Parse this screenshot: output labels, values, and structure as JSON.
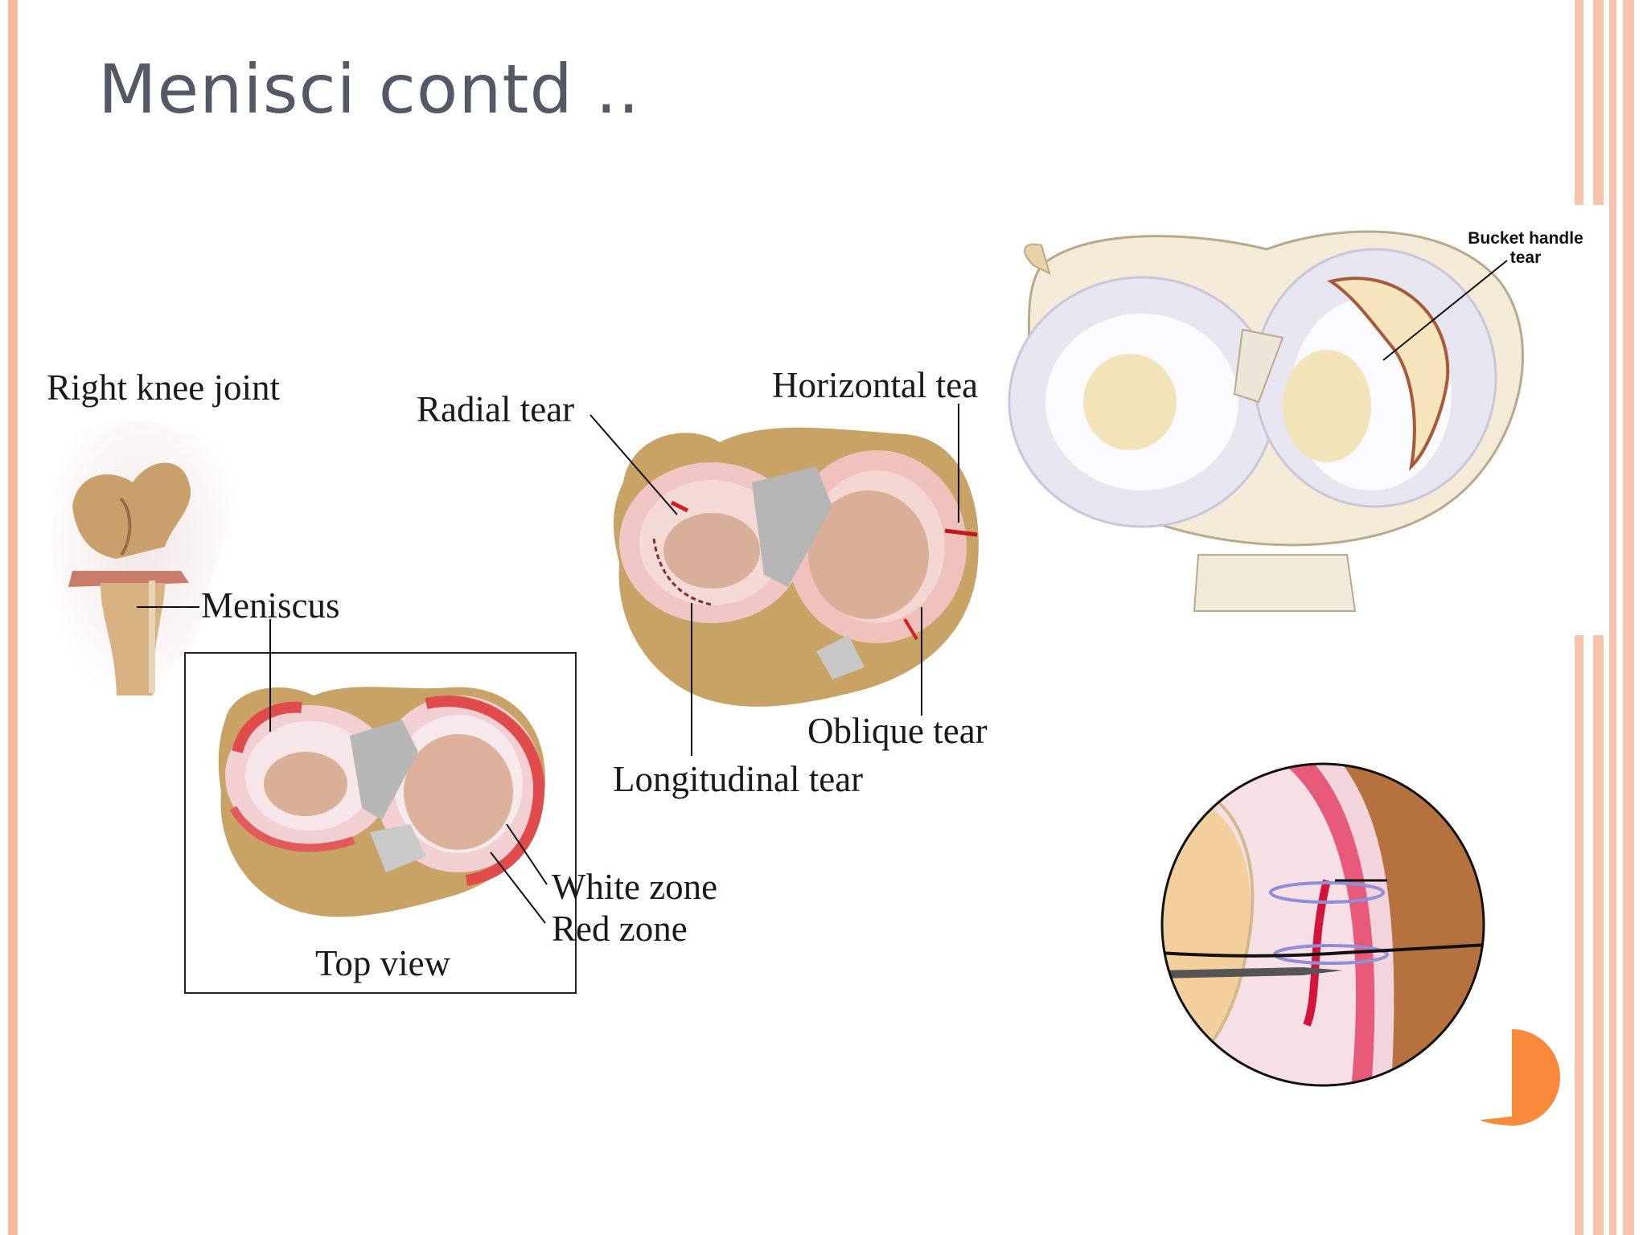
{
  "slide": {
    "title": "Menisci contd ..",
    "accent_colors": {
      "salmon": "#f7c2ac",
      "orange": "#f98a3c"
    }
  },
  "figure_knee": {
    "label_joint": "Right knee joint",
    "label_meniscus": "Meniscus",
    "label_white_zone": "White zone",
    "label_red_zone": "Red zone",
    "label_top_view": "Top view"
  },
  "figure_tears": {
    "label_radial": "Radial tear",
    "label_horizontal": "Horizontal tea",
    "label_oblique": "Oblique tear",
    "label_longitudinal": "Longitudinal tear"
  },
  "figure_bucket": {
    "label_line1": "Bucket handle",
    "label_line2": "tear"
  }
}
